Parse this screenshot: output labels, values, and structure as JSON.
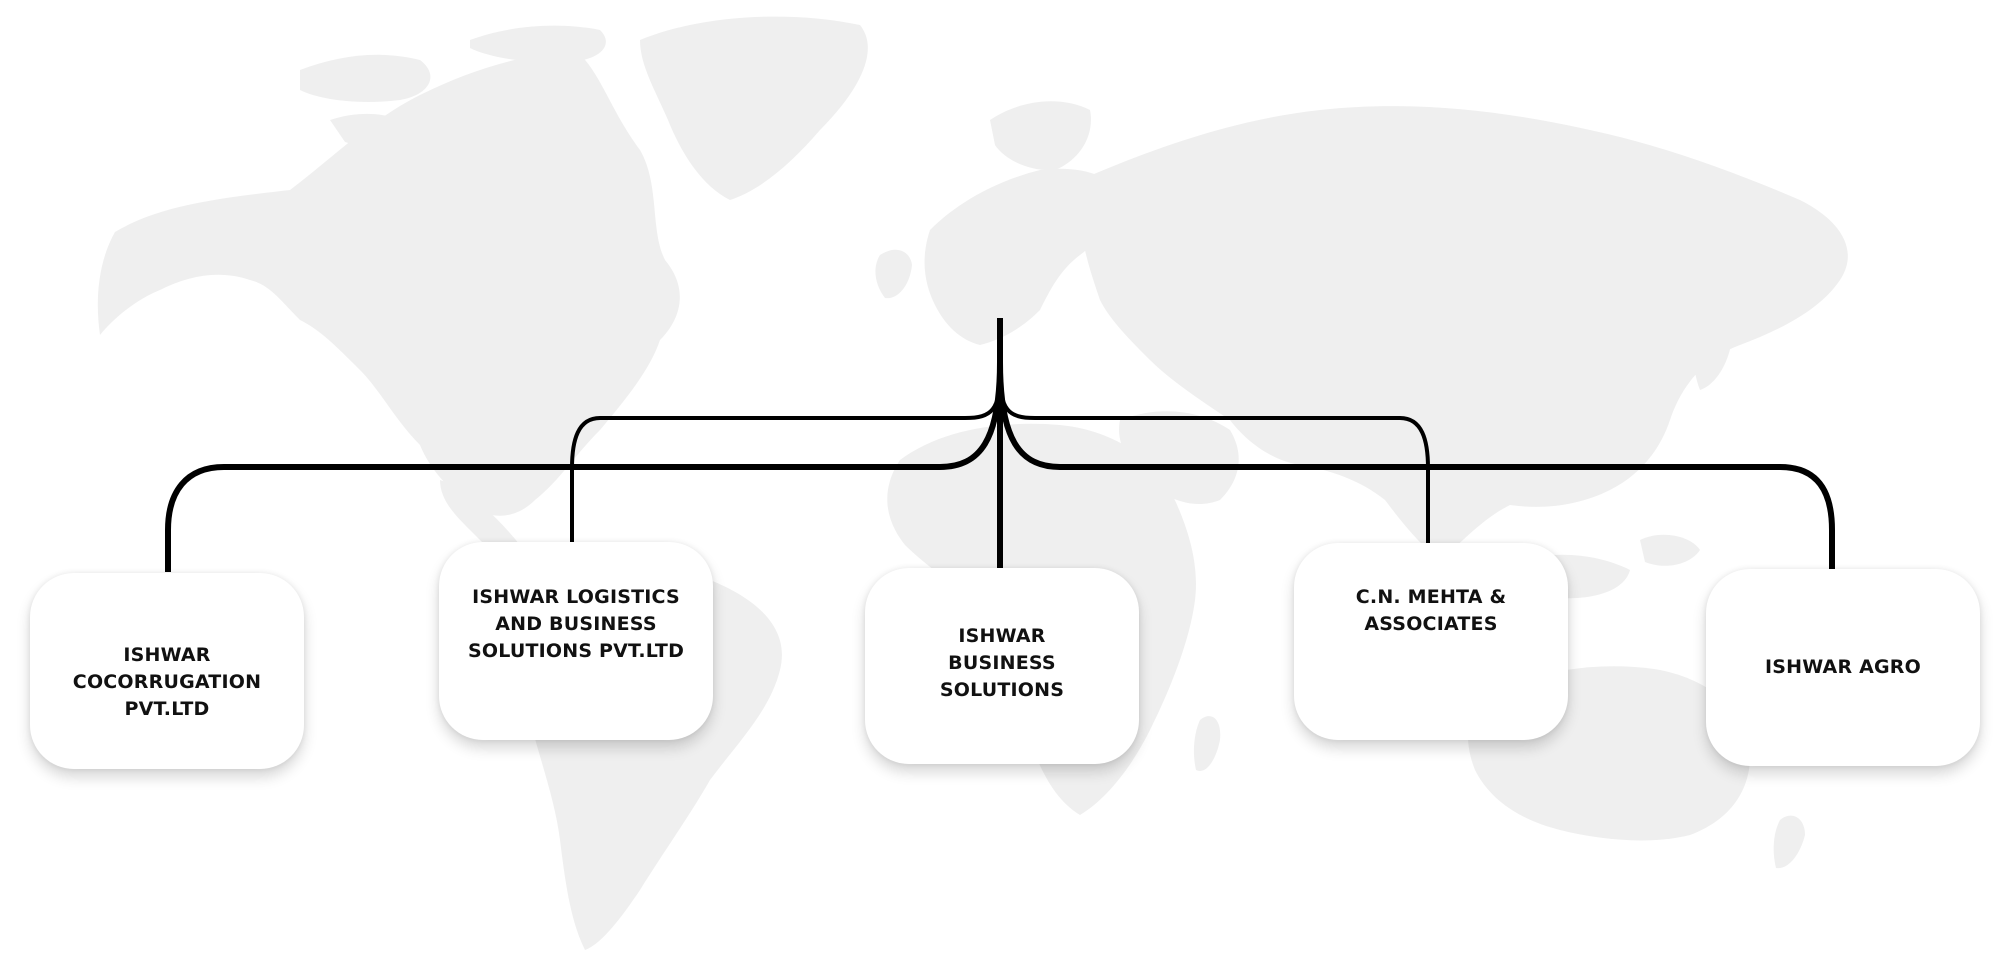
{
  "diagram": {
    "type": "organization-tree",
    "nodes": [
      {
        "id": "node-1",
        "label_lines": [
          "ISHWAR",
          "COCORRUGATION",
          "PVT.LTD"
        ]
      },
      {
        "id": "node-2",
        "label_lines": [
          "ISHWAR LOGISTICS",
          "AND BUSINESS",
          "SOLUTIONS PVT.LTD"
        ]
      },
      {
        "id": "node-3",
        "label_lines": [
          "ISHWAR",
          "BUSINESS",
          "SOLUTIONS"
        ]
      },
      {
        "id": "node-4",
        "label_lines": [
          "C.N. MEHTA &",
          "ASSOCIATES"
        ]
      },
      {
        "id": "node-5",
        "label_lines": [
          "ISHWAR AGRO"
        ]
      }
    ],
    "edges": [
      {
        "from": "root",
        "to": "node-1"
      },
      {
        "from": "root",
        "to": "node-2"
      },
      {
        "from": "root",
        "to": "node-3"
      },
      {
        "from": "root",
        "to": "node-4"
      },
      {
        "from": "root",
        "to": "node-5"
      }
    ]
  },
  "colors": {
    "background": "#ffffff",
    "map": "#efefef",
    "connector": "#000000",
    "node_fill": "#ffffff",
    "node_text": "#111111"
  },
  "background_icon": "world-map-icon"
}
